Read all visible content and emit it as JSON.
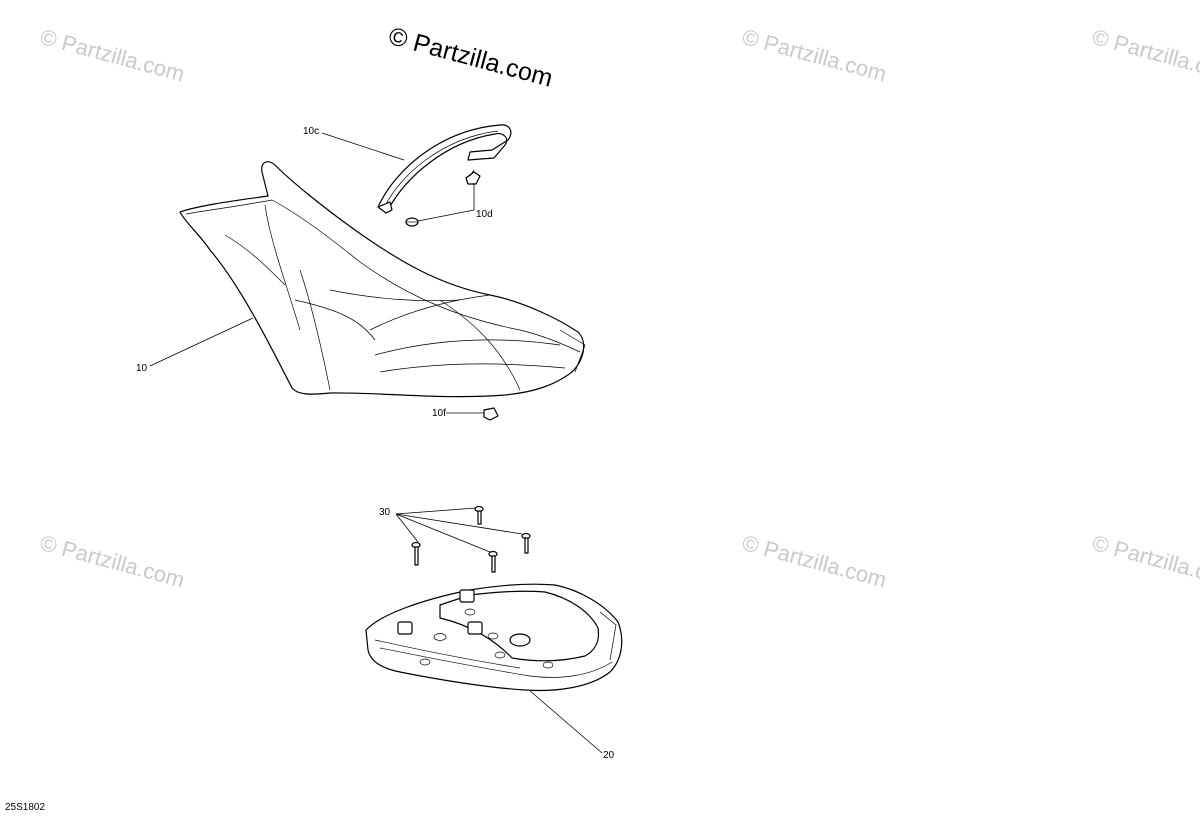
{
  "watermarks": {
    "text": "© Partzilla.com"
  },
  "brand_text": "© Partzilla.com",
  "callouts": {
    "p10c": "10c",
    "p10d": "10d",
    "p10": "10",
    "p10f": "10f",
    "p30": "30",
    "p20": "20"
  },
  "diagram_code": "25S1802"
}
